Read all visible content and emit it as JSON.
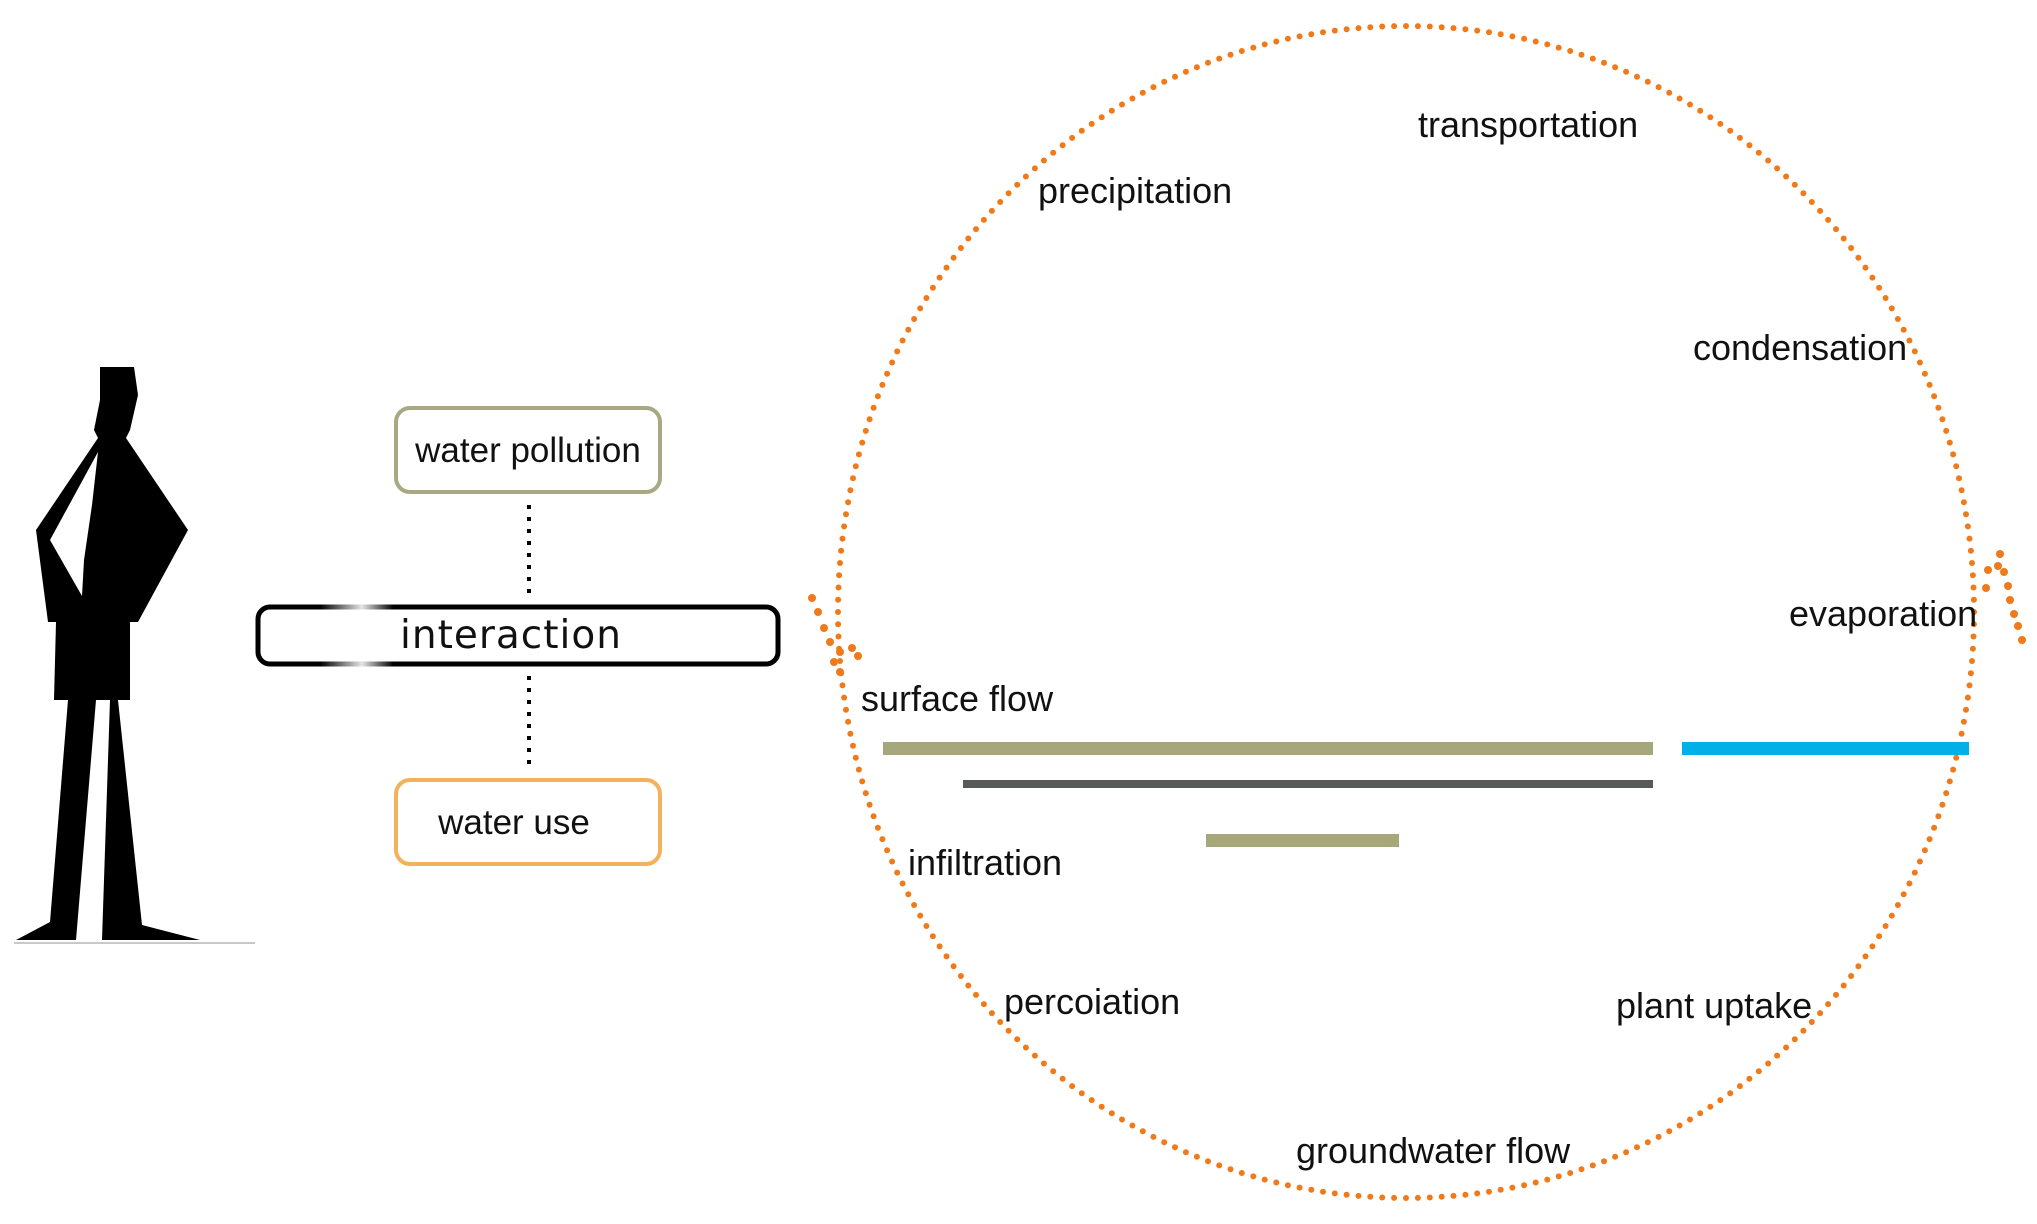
{
  "colors": {
    "cycle_dots": "#f07a1a",
    "pollution_border": "#a8a882",
    "use_border": "#f3b15c",
    "interaction_border": "#000000",
    "surface_bar": "#a7a77c",
    "soil_bar": "#58595b",
    "shallow_bar": "#a7a77c",
    "water_bar": "#00b0e6",
    "figure": "#000000"
  },
  "boxes": {
    "pollution": "water pollution",
    "interaction": "interaction",
    "use": "water use"
  },
  "cycle": {
    "transportation": "transportation",
    "precipitation": "precipitation",
    "condensation": "condensation",
    "evaporation": "evaporation",
    "surface_flow": "surface flow",
    "infiltration": "infiltration",
    "percolation": "percoiation",
    "plant_uptake": "plant uptake",
    "groundwater_flow": "groundwater flow"
  }
}
